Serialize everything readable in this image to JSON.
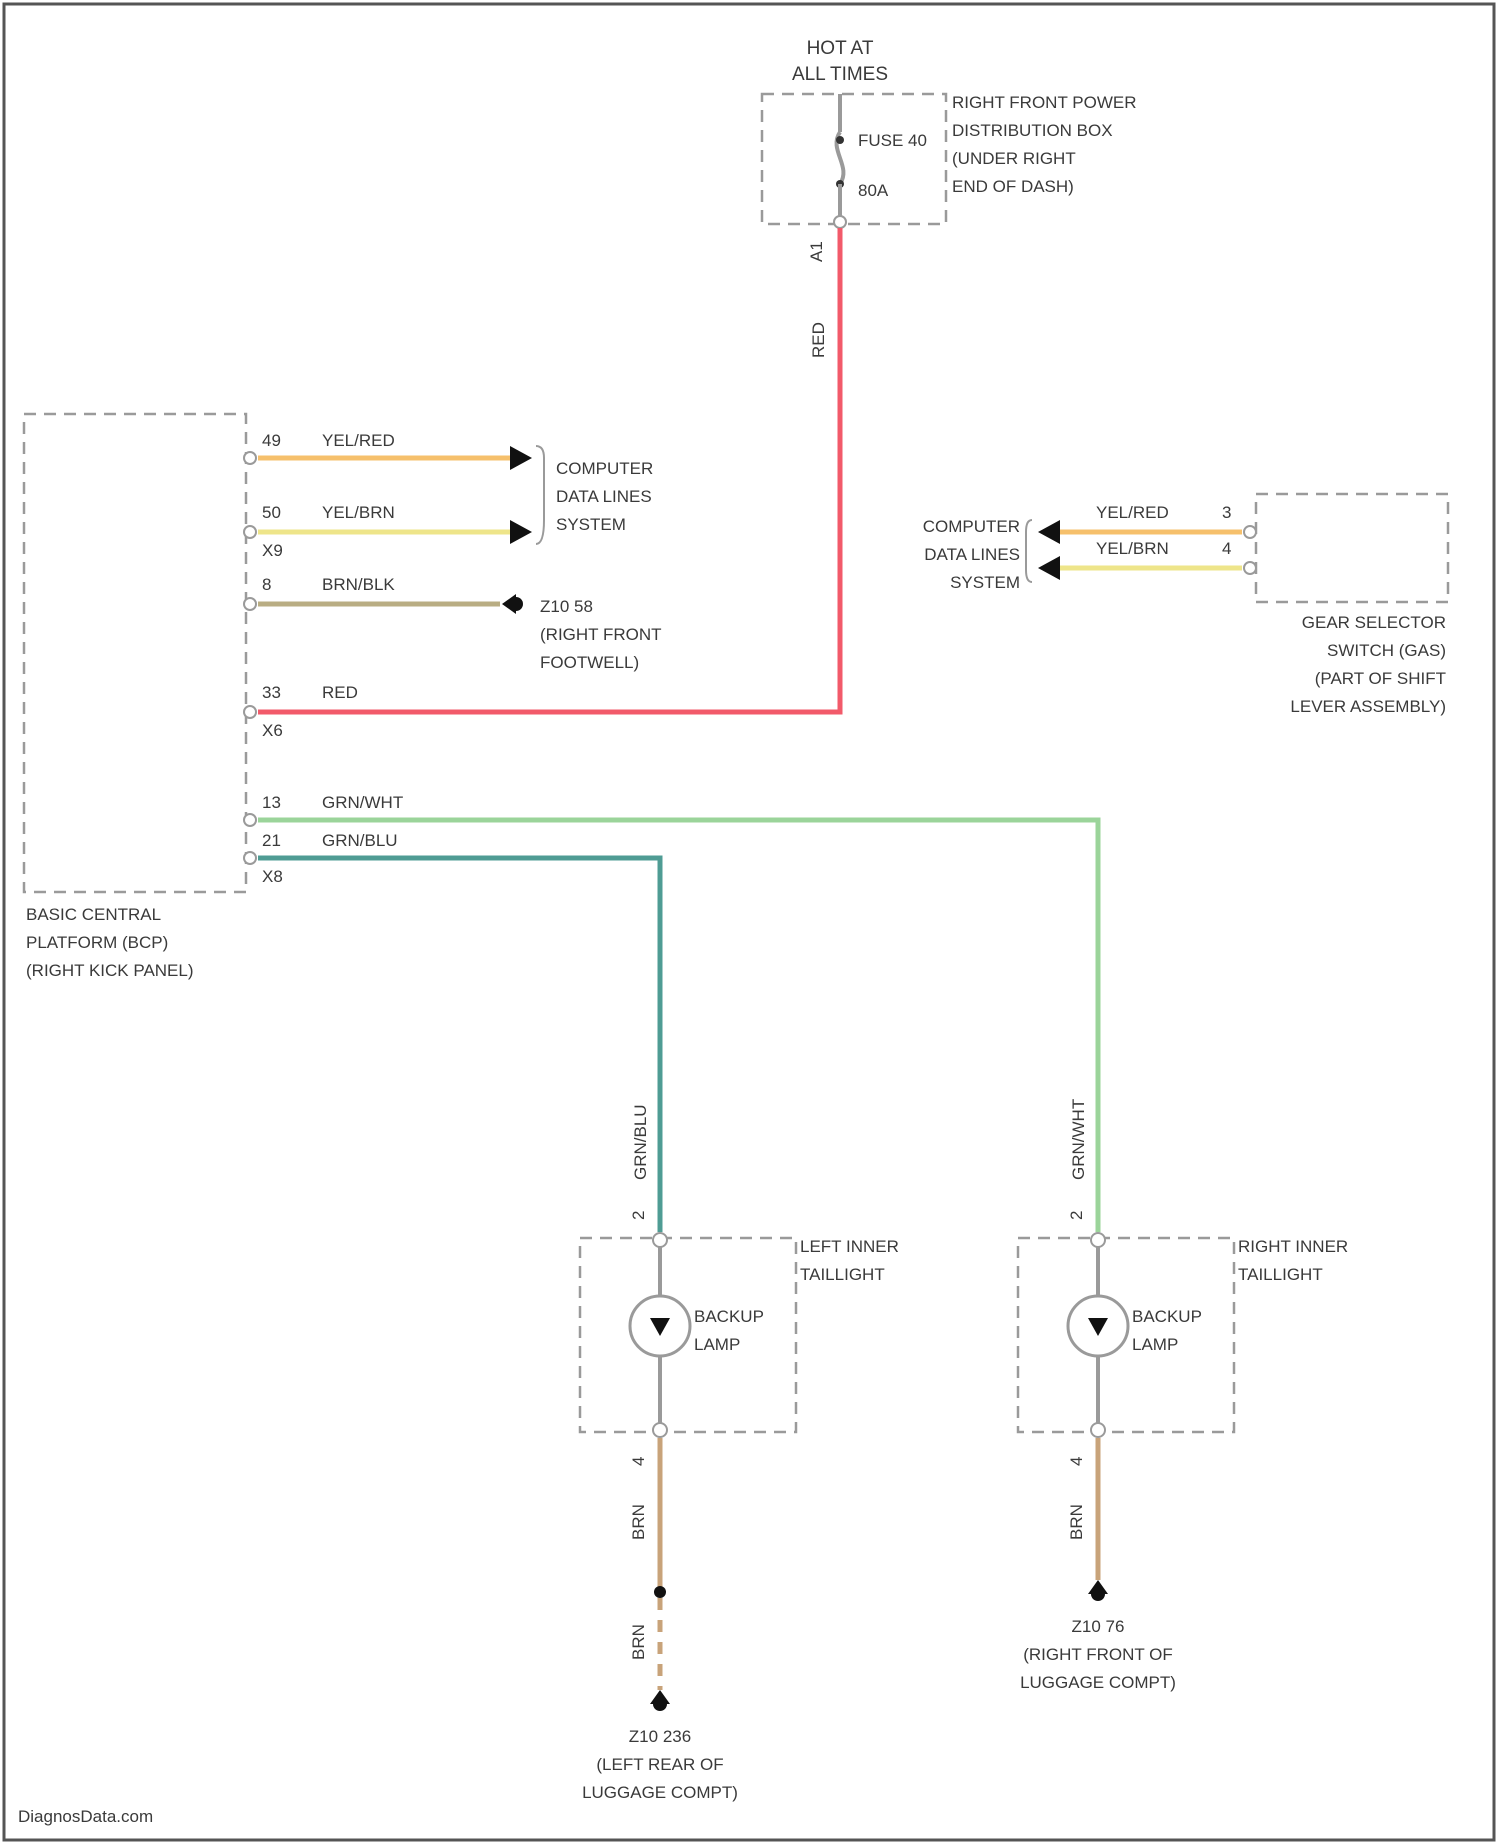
{
  "colors": {
    "red": "#f25a6a",
    "yel_red": "#f6c06c",
    "yel_brn": "#eee58a",
    "brn_blk": "#b9ad83",
    "grn_wht": "#9bd49a",
    "grn_blu": "#4f9c94",
    "brn": "#c8a37a",
    "outline": "#9a9a9a"
  },
  "fuse_box": {
    "hot_line1": "HOT AT",
    "hot_line2": "ALL TIMES",
    "fuse_label": "FUSE 40",
    "fuse_rating": "80A",
    "name_line1": "RIGHT FRONT POWER",
    "name_line2": "DISTRIBUTION BOX",
    "name_line3": "(UNDER RIGHT",
    "name_line4": "END OF DASH)",
    "pin": "A1",
    "wire_color": "RED"
  },
  "bcp": {
    "name_line1": "BASIC CENTRAL",
    "name_line2": "PLATFORM (BCP)",
    "name_line3": "(RIGHT KICK PANEL)",
    "pins": [
      {
        "num": "49",
        "wire": "YEL/RED"
      },
      {
        "num": "50",
        "wire": "YEL/BRN",
        "conn": "X9"
      },
      {
        "num": "8",
        "wire": "BRN/BLK"
      },
      {
        "num": "33",
        "wire": "RED",
        "conn": "X6"
      },
      {
        "num": "13",
        "wire": "GRN/WHT"
      },
      {
        "num": "21",
        "wire": "GRN/BLU",
        "conn": "X8"
      }
    ]
  },
  "data_lines_left": {
    "line1": "COMPUTER",
    "line2": "DATA LINES",
    "line3": "SYSTEM"
  },
  "ground_g1": {
    "id": "Z10 58",
    "line1": "(RIGHT FRONT",
    "line2": "FOOTWELL)"
  },
  "data_lines_right": {
    "line1": "COMPUTER",
    "line2": "DATA LINES",
    "line3": "SYSTEM"
  },
  "gear_switch": {
    "pins": [
      {
        "num": "3",
        "wire": "YEL/RED"
      },
      {
        "num": "4",
        "wire": "YEL/BRN"
      }
    ],
    "name_line1": "GEAR SELECTOR",
    "name_line2": "SWITCH (GAS)",
    "name_line3": "(PART OF SHIFT",
    "name_line4": "LEVER ASSEMBLY)"
  },
  "left_taillight": {
    "name_line1": "LEFT INNER",
    "name_line2": "TAILLIGHT",
    "lamp_line1": "BACKUP",
    "lamp_line2": "LAMP",
    "pin_top": "2",
    "pin_bottom": "4",
    "wire_top": "GRN/BLU",
    "wire_bottom": "BRN",
    "wire_bottom2": "BRN"
  },
  "right_taillight": {
    "name_line1": "RIGHT INNER",
    "name_line2": "TAILLIGHT",
    "lamp_line1": "BACKUP",
    "lamp_line2": "LAMP",
    "pin_top": "2",
    "pin_bottom": "4",
    "wire_top": "GRN/WHT",
    "wire_bottom": "BRN"
  },
  "ground_g2": {
    "id": "Z10 236",
    "line1": "(LEFT REAR OF",
    "line2": "LUGGAGE COMPT)"
  },
  "ground_g3": {
    "id": "Z10 76",
    "line1": "(RIGHT FRONT OF",
    "line2": "LUGGAGE COMPT)"
  },
  "watermark": "DiagnosData.com"
}
